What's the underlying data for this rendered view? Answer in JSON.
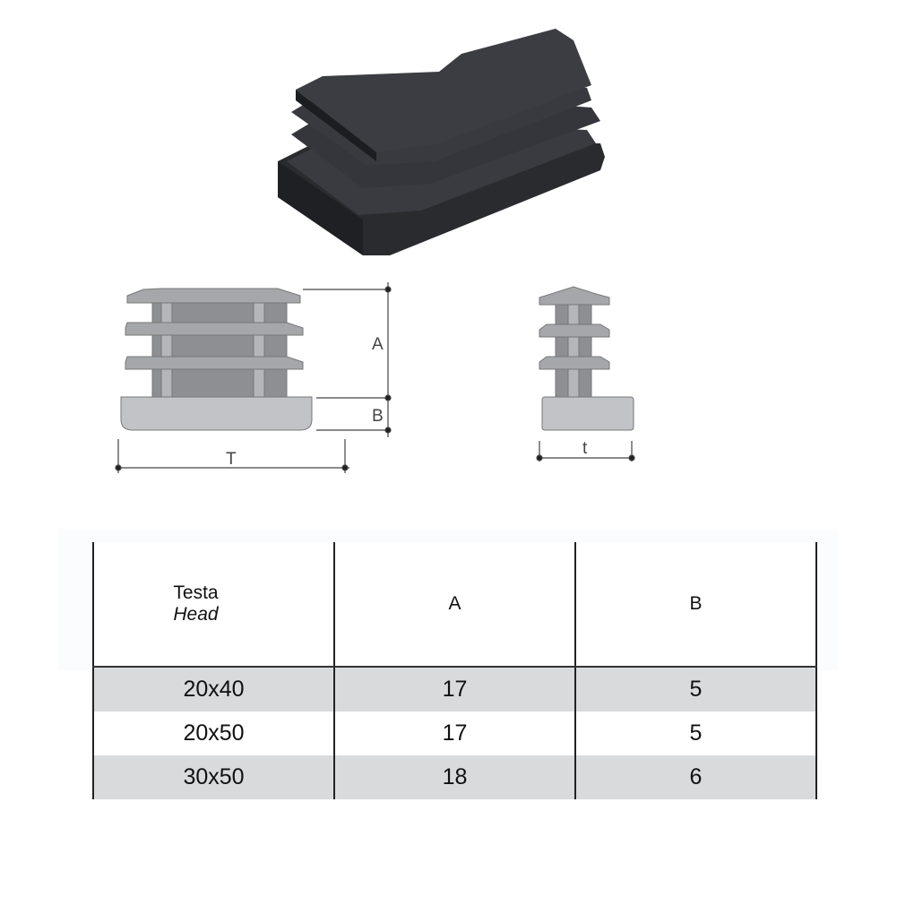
{
  "diagram": {
    "labels": {
      "A": "A",
      "B": "B",
      "T": "T",
      "t": "t"
    }
  },
  "table": {
    "headers": {
      "head_it": "Testa",
      "head_en": "Head",
      "a": "A",
      "b": "B"
    },
    "rows": [
      {
        "head": "20x40",
        "a": "17",
        "b": "5"
      },
      {
        "head": "20x50",
        "a": "17",
        "b": "5"
      },
      {
        "head": "30x50",
        "a": "18",
        "b": "6"
      }
    ]
  },
  "colors": {
    "row_shade": "#d9dadc",
    "plug": "#2b2c30"
  }
}
